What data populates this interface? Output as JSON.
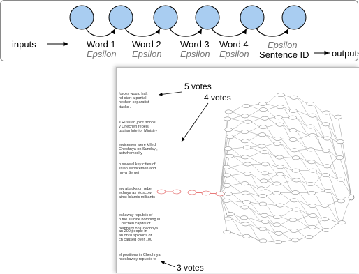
{
  "top": {
    "input_label": "inputs",
    "output_label": "outputs",
    "words": [
      {
        "word": "Word 1",
        "sub": "Epsilon"
      },
      {
        "word": "Word 2",
        "sub": "Epsilon"
      },
      {
        "word": "Word 3",
        "sub": "Epsilon"
      },
      {
        "word": "Word 4",
        "sub": "Epsilon"
      }
    ],
    "final_epsilon": "Epsilon",
    "sentence_id": "Sentence ID",
    "node_color": "#a9cdf1"
  },
  "bottom": {
    "snippets": [
      "forces would halt\nnd start a partial\nhechen separatist\nttacks .",
      "s Russian joint troops\ny Chechen rebels\nussian Interior Ministry",
      "ervicemen were killed\nChechnya on Sunday ,\nastrzhembsky",
      "n several key cities of\nssian servicemen and\nhnya Sergei",
      "ery attacks on rebel\nechnya as Moscow\nainst Islamic militants",
      "eskaway republic of\nn the suicide bombing in\nChechen capital of\nhembsky on Chechnya",
      "an 200 people in\nan on suspicions of\nch caused over 100",
      "el positions in Chechnya\nnseskaway republic to"
    ],
    "annotations": [
      {
        "id": "five",
        "text": "5 votes"
      },
      {
        "id": "four",
        "text": "4 votes"
      },
      {
        "id": "three",
        "text": "3 votes"
      }
    ],
    "graph_highlight_color": "#e05050"
  }
}
